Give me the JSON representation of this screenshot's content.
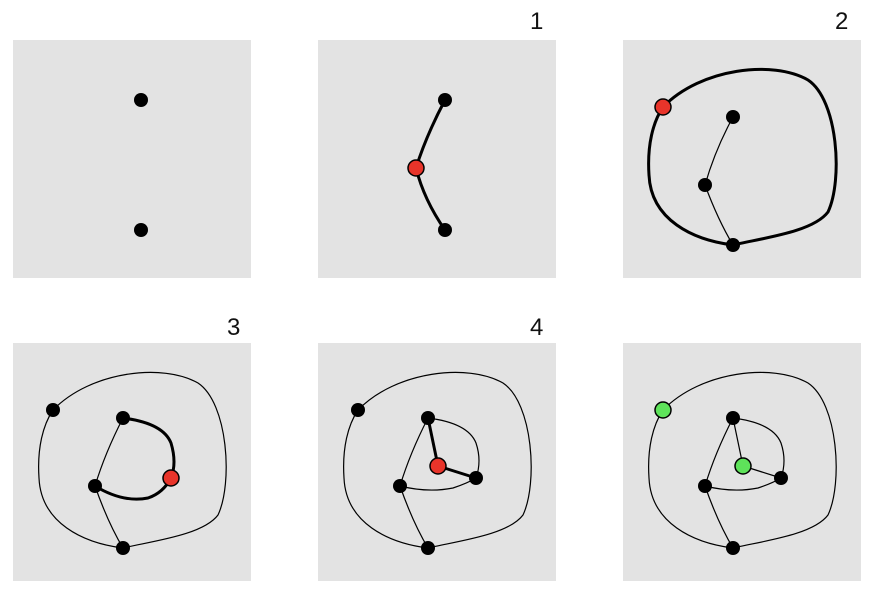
{
  "panels": [
    {
      "label": ""
    },
    {
      "label": "1"
    },
    {
      "label": "2"
    },
    {
      "label": "3"
    },
    {
      "label": "4"
    },
    {
      "label": ""
    }
  ],
  "colors": {
    "panel_background": "#e3e3e3",
    "vertex": "#000000",
    "new_vertex": "#e8342a",
    "final_vertex": "#5ee35a",
    "edge": "#000000"
  }
}
